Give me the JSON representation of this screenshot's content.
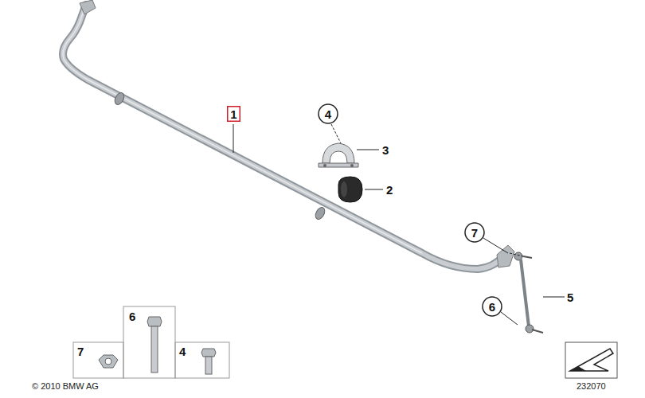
{
  "diagram": {
    "nodes": [
      {
        "text": [
          "1"
        ]
      },
      {
        "text": [
          "4"
        ]
      },
      {
        "text": [
          "7"
        ]
      },
      {
        "text": [
          "6"
        ]
      }
    ],
    "labels": [
      "3",
      "2",
      "5",
      "6",
      "7",
      "4",
      "© 2010 BMW AG",
      "232070"
    ]
  }
}
